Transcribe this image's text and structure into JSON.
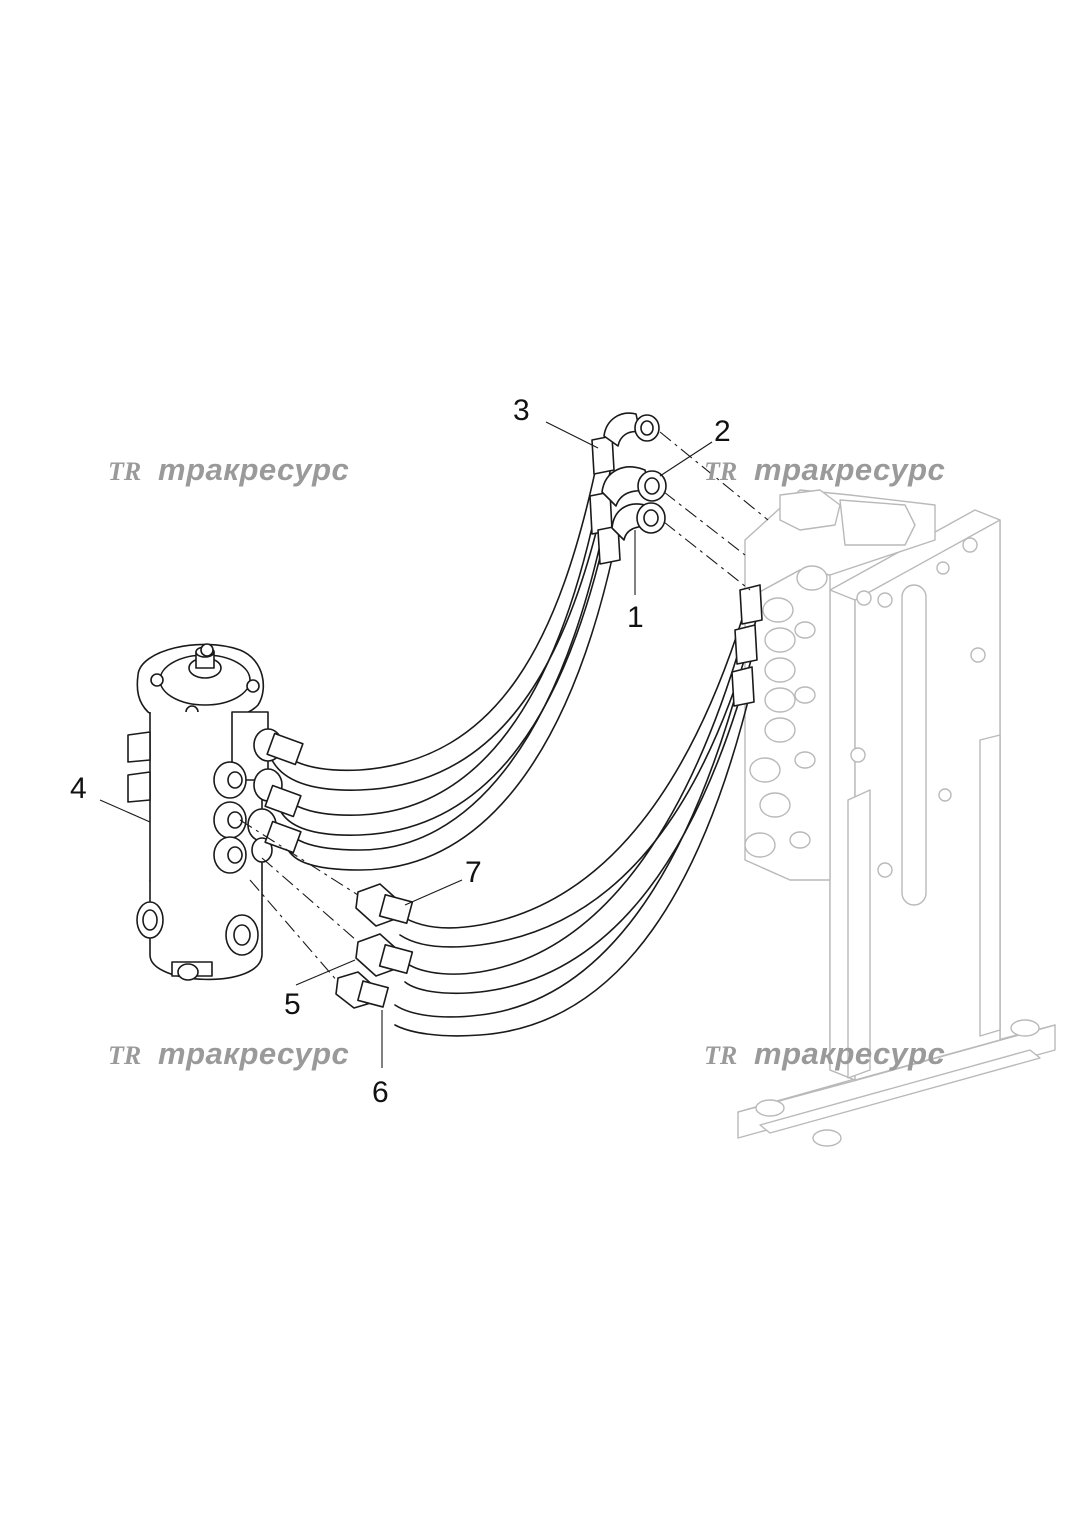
{
  "watermark": {
    "logo": "TR",
    "text": "тракресурс",
    "color": "#9a9a9a"
  },
  "callouts": [
    {
      "id": "1",
      "label": "1"
    },
    {
      "id": "2",
      "label": "2"
    },
    {
      "id": "3",
      "label": "3"
    },
    {
      "id": "4",
      "label": "4"
    },
    {
      "id": "5",
      "label": "5"
    },
    {
      "id": "6",
      "label": "6"
    },
    {
      "id": "7",
      "label": "7"
    }
  ],
  "colors": {
    "line": "#1a1a1a",
    "ghost": "#b9b9b9",
    "background": "#ffffff"
  }
}
